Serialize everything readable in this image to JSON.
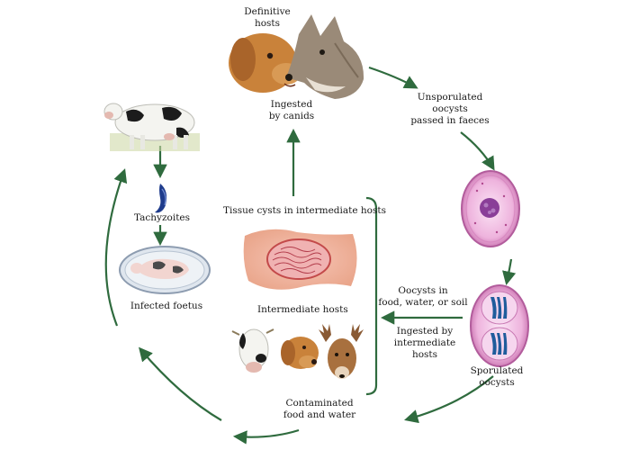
{
  "labels": {
    "definitive_hosts": [
      "Definitive",
      "hosts"
    ],
    "ingested_by_canids": [
      "Ingested",
      "by canids"
    ],
    "unsporulated_oocysts": [
      "Unsporulated",
      "oocysts",
      "passed in faeces"
    ],
    "sporulated_oocysts": [
      "Sporulated",
      "oocysts"
    ],
    "oocysts_in_environment": [
      "Oocysts in",
      "food, water, or soil"
    ],
    "ingested_by_intermediate": [
      "Ingested by",
      "intermediate",
      "hosts"
    ],
    "contaminated_food_water": [
      "Contaminated",
      "food and water"
    ],
    "tissue_cysts": "Tissue cysts in intermediate hosts",
    "intermediate_hosts": "Intermediate hosts",
    "tachyzoites": "Tachyzoites",
    "infected_foetus": "Infected foetus"
  },
  "icons": {
    "definitive": [
      "dog-icon",
      "coyote-icon"
    ],
    "intermediate": [
      "cow-icon",
      "dog-icon",
      "deer-icon"
    ],
    "tissue": "tissue-cyst-icon",
    "unsporulated": "unsporulated-oocyst-icon",
    "sporulated": "sporulated-oocyst-icon",
    "tachyzoite": "tachyzoite-icon",
    "foetus": "foetus-icon",
    "cow": "cow-icon"
  },
  "colors": {
    "arrow": "#2f6b3e",
    "oocyst_pink": "#e7a8d6",
    "nucleus_purple": "#8a3e98",
    "sporocyst_blue": "#1f5c9c",
    "tissue_pink": "#e79a9a"
  }
}
